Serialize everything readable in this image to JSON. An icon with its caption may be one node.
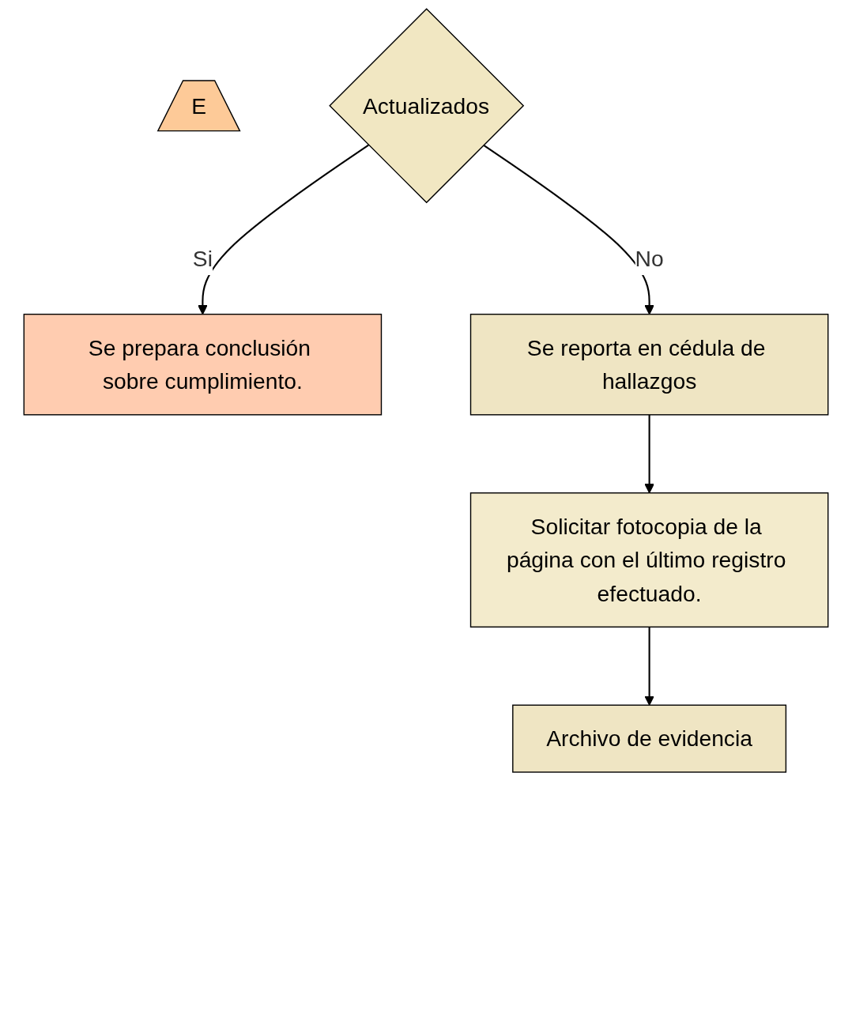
{
  "diagram": {
    "nodes": [
      {
        "text": [
          "E"
        ]
      },
      {
        "text": [
          "Actualizados"
        ]
      },
      {
        "text": [
          "Se prepara conclusión sobre cumplimiento."
        ]
      },
      {
        "text": [
          "Se reporta en cédula de hallazgos"
        ]
      },
      {
        "text": [
          "Solicitar fotocopia de la página con el último registro efectuado."
        ]
      },
      {
        "text": [
          "Archivo de evidencia"
        ]
      }
    ],
    "edges": [
      {
        "from": 1,
        "to": 2,
        "arrow": "to",
        "label": "Si"
      },
      {
        "from": 1,
        "to": 3,
        "arrow": "to",
        "label": "No"
      },
      {
        "from": 3,
        "to": 4,
        "arrow": "to"
      },
      {
        "from": 4,
        "to": 5,
        "arrow": "to"
      }
    ]
  }
}
